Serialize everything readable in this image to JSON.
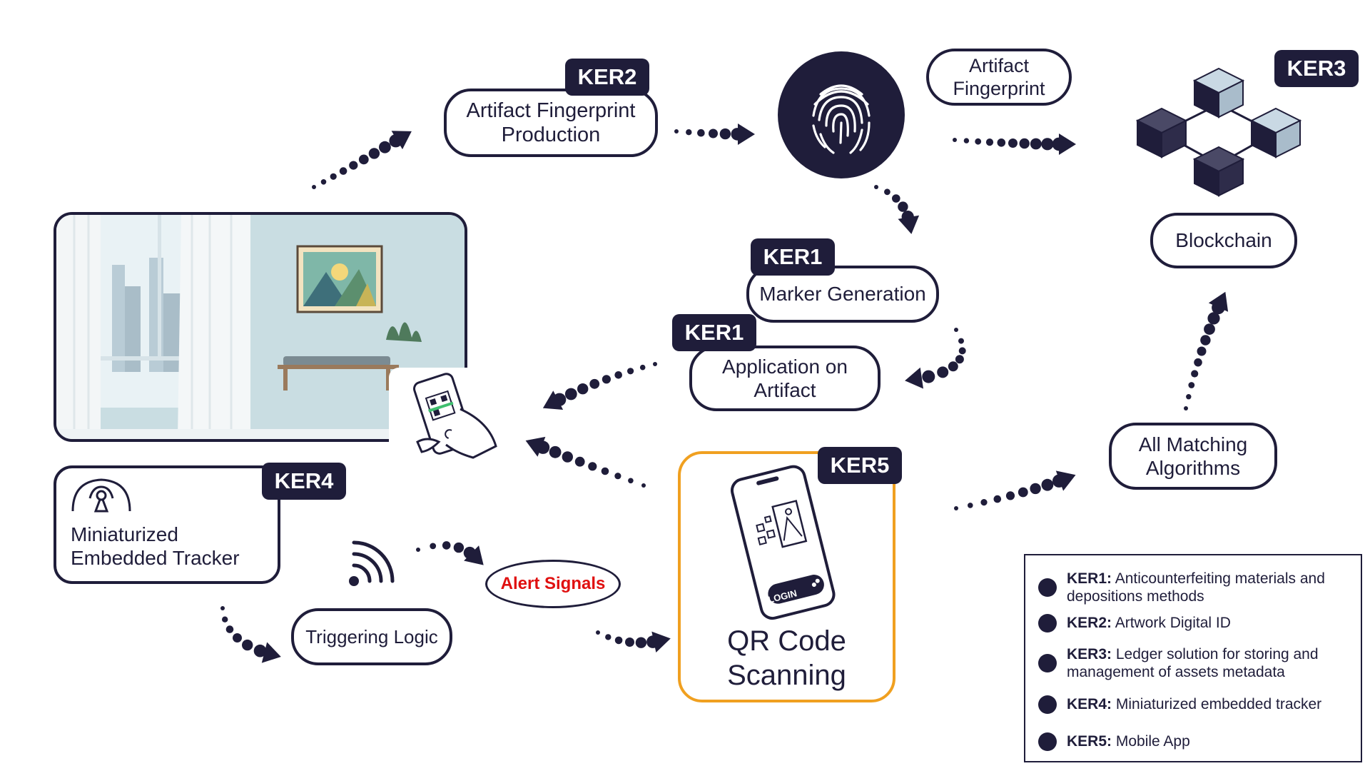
{
  "nodes": {
    "fingerprint_production": "Artifact Fingerprint Production",
    "artifact_fingerprint": "Artifact Fingerprint",
    "blockchain": "Blockchain",
    "marker_generation": "Marker Generation",
    "application_on_artifact": "Application on Artifact",
    "all_matching": "All Matching Algorithms",
    "miniaturized_tracker": "Miniaturized Embedded Tracker",
    "triggering_logic": "Triggering Logic",
    "alert_signals": "Alert Signals",
    "qr_code_scanning": "QR Code Scanning"
  },
  "badges": {
    "ker2": "KER2",
    "ker3": "KER3",
    "ker1_marker": "KER1",
    "ker1_application": "KER1",
    "ker4": "KER4",
    "ker5": "KER5"
  },
  "qr_phone": {
    "login_label": "LOGIN"
  },
  "legend": [
    {
      "key": "KER1:",
      "text": "Anticounterfeiting materials and depositions methods"
    },
    {
      "key": "KER2:",
      "text": "Artwork Digital ID"
    },
    {
      "key": "KER3:",
      "text": "Ledger solution for storing and management of assets metadata"
    },
    {
      "key": "KER4:",
      "text": "Miniaturized embedded tracker"
    },
    {
      "key": "KER5:",
      "text": "Mobile App"
    }
  ],
  "colors": {
    "navy": "#1f1d3a",
    "qr_border": "#f0a020",
    "alert_text": "#e01010",
    "room_wall": "#c5dbe0"
  },
  "icons": [
    "fingerprint-icon",
    "blockchain-cubes-icon",
    "antenna-icon",
    "signal-waves-icon",
    "phone-qr-icon",
    "hand-phone-icon"
  ]
}
